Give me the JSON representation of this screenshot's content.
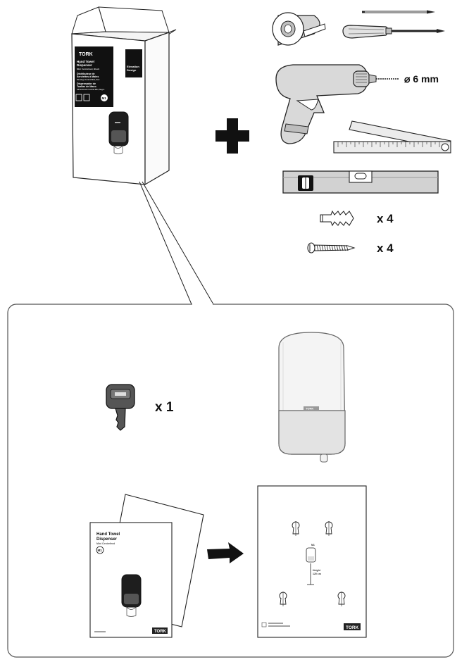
{
  "box": {
    "brand": "TORK",
    "title_lines": [
      "Hand Towel",
      "Dispenser",
      "Mini Centrefeed, Black"
    ],
    "fr_lines": [
      "Distributeur de",
      "Serviettes à Mains",
      "Dévidage Central Mini, Noir"
    ],
    "de_lines": [
      "Dispensador de",
      "Toallas de Mano",
      "Alimentación Central Mini, Negro"
    ],
    "badge_lines": [
      "Elevation",
      "Design"
    ],
    "system_code": "M1"
  },
  "tools": {
    "drill_bit_label": "⌀ 6 mm",
    "plug_qty": "x 4",
    "screw_qty": "x 4"
  },
  "contents": {
    "key_qty": "x 1",
    "dispenser_brand": "TORK",
    "leaflet": {
      "title_lines": [
        "Hand Towel",
        "Dispenser",
        "Mini Centrefeed"
      ],
      "system_code": "M1",
      "brand": "TORK"
    },
    "template": {
      "system_code": "M1",
      "height_lines": [
        "Height",
        "120 cm"
      ],
      "brand": "TORK"
    }
  },
  "colors": {
    "stroke": "#1a1a1a",
    "box_label_bg": "#111111",
    "dispenser_body": "#f2f2f2",
    "dispenser_window": "#e3e3e3",
    "grey_tool": "#d8d8d8",
    "panel_border": "#555555"
  }
}
